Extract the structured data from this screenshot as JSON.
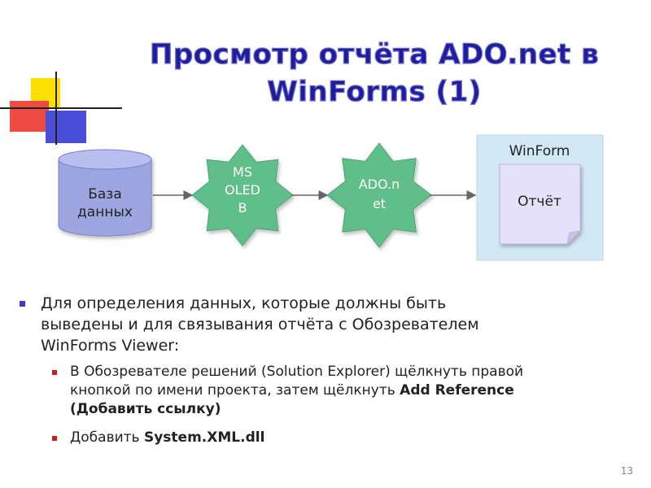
{
  "title": {
    "line1": "Просмотр отчёта ADO.net в",
    "line2": "WinForms (1)"
  },
  "diagram": {
    "database": {
      "line1": "База",
      "line2": "данных"
    },
    "ms_oledb": {
      "line1": "MS",
      "line2": "OLED",
      "line3": "B"
    },
    "ado_net": {
      "line1": "ADO.n",
      "line2": "et"
    },
    "winform": {
      "label": "WinForm",
      "report": "Отчёт"
    }
  },
  "body": {
    "bullet1": {
      "line1": "Для определения данных, которые должны быть",
      "line2": "выведены и для связывания отчёта с Обозревателем",
      "line3": "WinForms Viewer:"
    },
    "sub1": {
      "line1": "В Обозревателе решений (Solution Explorer) щёлкнуть правой",
      "line2_plain": "кнопкой по имени проекта, затем щёлкнуть ",
      "line2_bold": "Add Reference",
      "line3_bold": "(Добавить ссылку)"
    },
    "sub2": {
      "plain": "Добавить ",
      "bold": "System.XML.dll"
    }
  },
  "page_number": "13",
  "colors": {
    "title": "#1f1d9a",
    "db_fill": "#9ea6e2",
    "star_fill": "#5fbe89",
    "winform_fill": "#d3e8f5",
    "report_fill": "#e6e1fb",
    "bullet1": "#3b3bc8",
    "bullet2": "#d21a1a"
  }
}
